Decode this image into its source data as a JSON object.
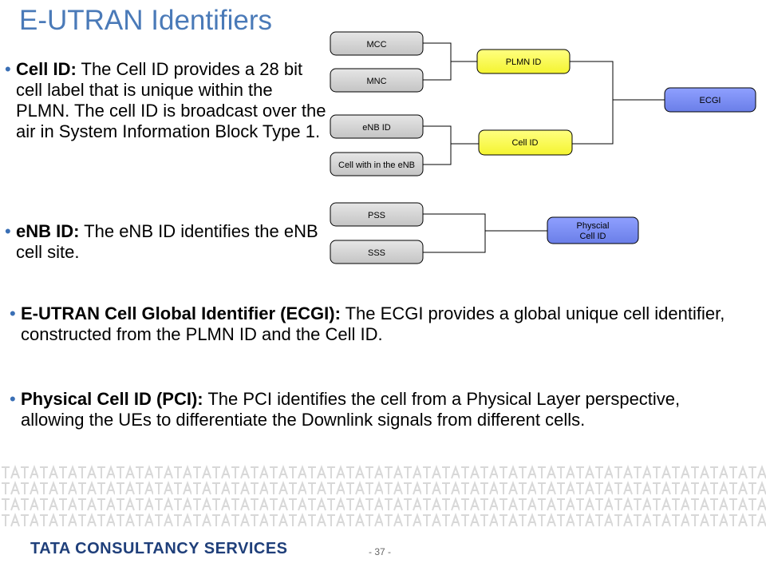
{
  "title": "E-UTRAN Identifiers",
  "bullets": [
    {
      "term": "Cell ID:",
      "text": " The Cell ID provides a 28 bit cell label that is unique within the PLMN. The cell ID is broadcast over the air in System Information Block Type 1."
    },
    {
      "term": "eNB ID:",
      "text": " The eNB ID identifies the eNB cell site."
    },
    {
      "term": "E-UTRAN Cell Global Identifier (ECGI):",
      "text": " The ECGI provides a global unique cell identifier, constructed from the PLMN ID and the Cell ID."
    },
    {
      "term": "Physical Cell ID (PCI):",
      "text": " The PCI identifies the cell from a Physical Layer perspective, allowing the UEs to differentiate the Downlink signals from different cells."
    }
  ],
  "diagram": {
    "mcc": "MCC",
    "mnc": "MNC",
    "plmn_id": "PLMN ID",
    "enb_id": "eNB ID",
    "cell_in_enb": "Cell with in the eNB",
    "cell_id": "Cell ID",
    "ecgi": "ECGI",
    "pss": "PSS",
    "sss": "SSS",
    "pci_line1": "Physcial",
    "pci_line2": "Cell ID"
  },
  "colors": {
    "title": "#4a7ab8",
    "gray_box": "#d4d4d4",
    "yellow_box": "#ffff66",
    "blue_box": "#7a8ef0"
  },
  "footer": {
    "logo": "TATA CONSULTANCY SERVICES",
    "page": "- 37 -"
  }
}
